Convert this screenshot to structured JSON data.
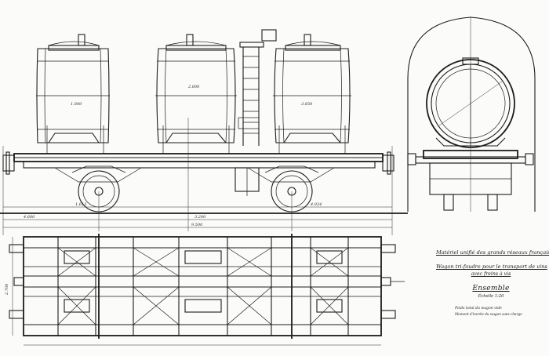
{
  "drawing": {
    "title_line1": "Matériel unifié des grands réseaux français",
    "title_line2": "Wagon tri-foudre pour le transport de vins",
    "title_line3": "avec freins à vis",
    "view_name": "Ensemble",
    "scale": "Échelle 1:20",
    "weight_line1": "Poids total du wagon vide",
    "weight_line2": "Moment d'inertie du wagon sans charge"
  },
  "dimensions": {
    "left_overall": "1.613",
    "center": "3.200",
    "right_overall": "4.024",
    "bottom_total": "9.500",
    "wheelbase": "4.600",
    "cask_dia": "2.800",
    "cask_len": "1.800",
    "height": "3.850",
    "plan_width": "2.700"
  },
  "palette": {
    "ink": "#1c1c1c",
    "paper": "#fbfbf9"
  }
}
